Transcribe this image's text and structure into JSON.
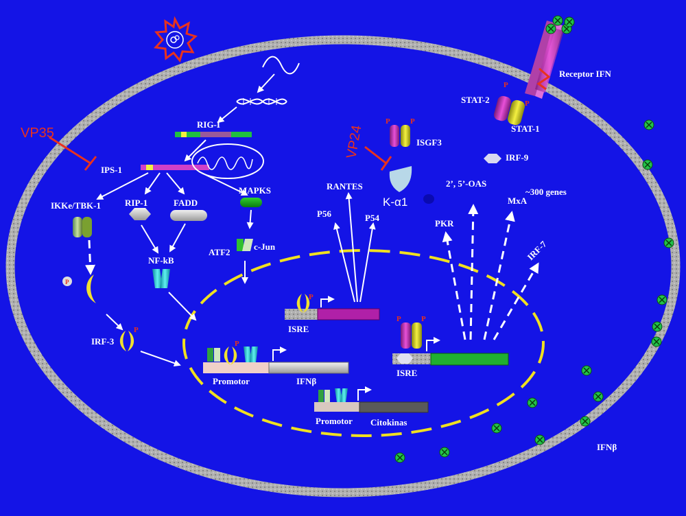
{
  "colors": {
    "background": "#1414e6",
    "membrane": "#b8b8b8",
    "nucleus_outline": "#f0e020",
    "inhibitor": "#e8321e",
    "ifn_particle": "#22c24a"
  },
  "labels": {
    "receptor_ifn": "Receptor IFN",
    "stat2": "STAT-2",
    "stat1": "STAT-1",
    "isgf3": "ISGF3",
    "irf9": "IRF-9",
    "vp35": "VP35",
    "vp24": "VP24",
    "rig_i": "RIG-I",
    "ips1": "IPS-1",
    "ikke_tbk1": "IKKe/TBK-1",
    "rip1": "RIP-1",
    "fadd": "FADD",
    "mapks": "MAPKS",
    "nfkb": "NF-kB",
    "atf2": "ATF2",
    "cjun": "c-Jun",
    "irf3": "IRF-3",
    "p_marker": "P",
    "rantes": "RANTES",
    "karyopherin": "K-α1",
    "oas": "2’, 5’-OAS",
    "genes300": "~300 genes",
    "p56": "P56",
    "p54": "P54",
    "pkr": "PKR",
    "mxa": "MxA",
    "irf7": "IRF-7",
    "isre_left": "ISRE",
    "isre_right": "ISRE",
    "promotor_ifn": "Promotor",
    "ifnb_gene": "IFNβ",
    "promotor_cito": "Promotor",
    "citokinas": "Citokinas",
    "ifnb_out": "IFNβ"
  },
  "icons": [
    "virus-icon",
    "viral-rna-icon",
    "dna-helix-icon",
    "mitochondrion-icon",
    "ifn-particle-icon"
  ]
}
